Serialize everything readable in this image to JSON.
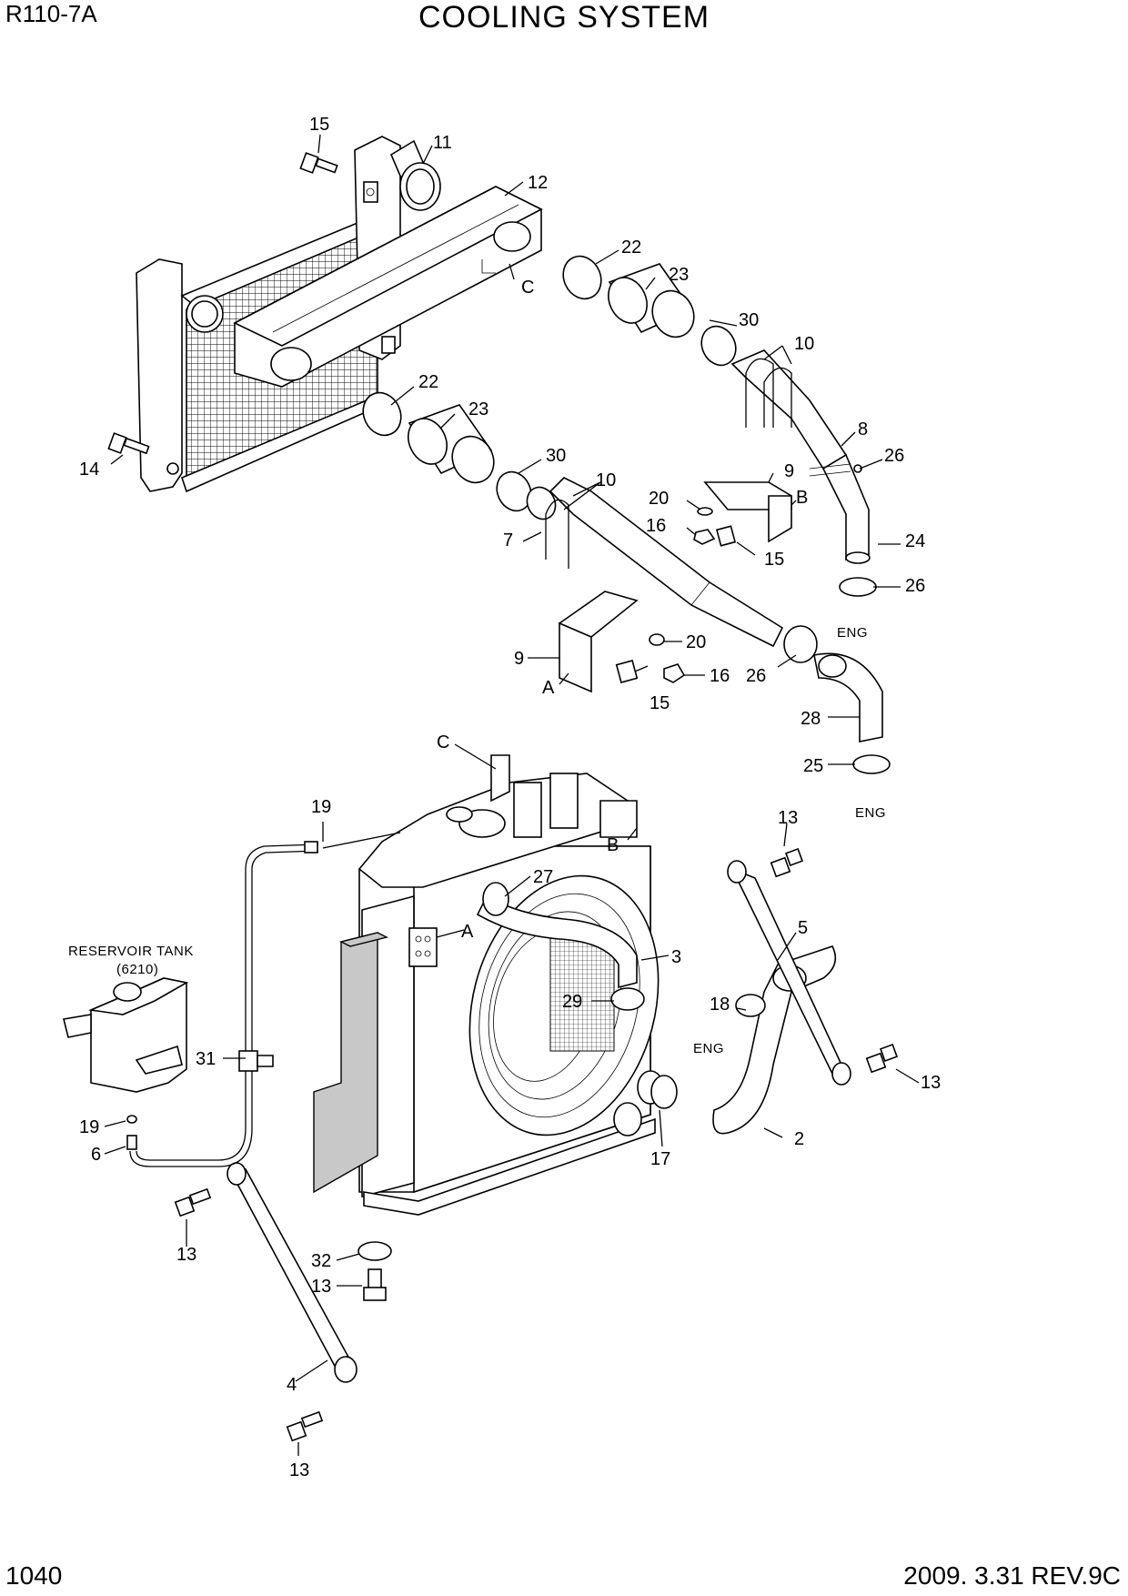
{
  "header": {
    "model": "R110-7A",
    "title": "COOLING SYSTEM"
  },
  "footer": {
    "page_number": "1040",
    "revision": "2009. 3.31  REV.9C"
  },
  "labels": {
    "reservoir_tank": "RESERVOIR TANK",
    "reservoir_code": "(6210)",
    "eng": "ENG"
  },
  "callouts": {
    "c15_top": "15",
    "c11": "11",
    "c12": "12",
    "c22_top": "22",
    "c23_top": "23",
    "cC_top": "C",
    "c30_top": "30",
    "c10_top": "10",
    "c22_mid": "22",
    "c23_mid": "23",
    "c14": "14",
    "c30_mid": "30",
    "c10_mid": "10",
    "c8": "8",
    "c26_top": "26",
    "c9_top": "9",
    "cB_top": "B",
    "c20_top": "20",
    "c16_top": "16",
    "c7": "7",
    "c15_mid": "15",
    "c24": "24",
    "c26_mid": "26",
    "c9_mid": "9",
    "c20_mid": "20",
    "cA_mid": "A",
    "c16_mid": "16",
    "c26_low": "26",
    "c15_low": "15",
    "c28": "28",
    "cC_low": "C",
    "c25": "25",
    "c19_top": "19",
    "c13_top": "13",
    "cB_low": "B",
    "c27": "27",
    "cA_low": "A",
    "c5": "5",
    "c3": "3",
    "c29": "29",
    "c18": "18",
    "c31": "31",
    "c13_right": "13",
    "c19_low": "19",
    "c6": "6",
    "c2": "2",
    "c17": "17",
    "c13_left": "13",
    "c32": "32",
    "c13_bottom_mid": "13",
    "c4": "4",
    "c13_bottom": "13"
  }
}
